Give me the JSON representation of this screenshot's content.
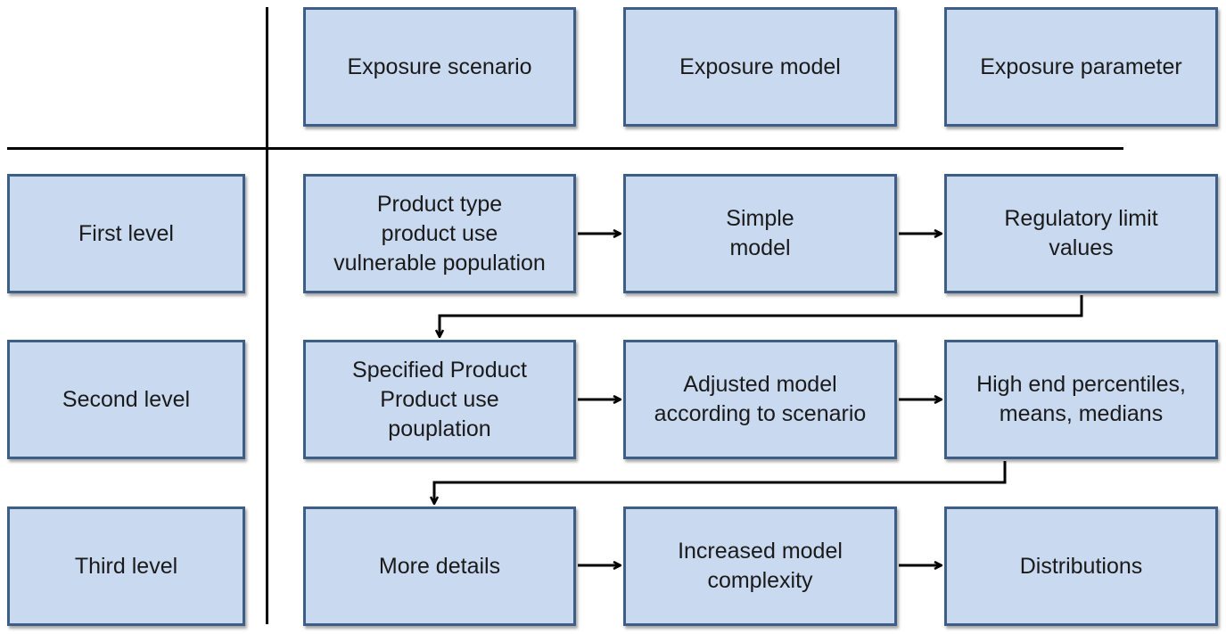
{
  "colors": {
    "box_fill": "#c9d9ef",
    "box_border": "#3e5f85",
    "lines": "#000000"
  },
  "columns": {
    "scenario": "Exposure scenario",
    "model": "Exposure model",
    "parameter": "Exposure parameter"
  },
  "levels": {
    "first": "First level",
    "second": "Second level",
    "third": "Third level"
  },
  "cells": {
    "first": {
      "scenario": "Product type\nproduct use\nvulnerable  population",
      "model": "Simple\nmodel",
      "parameter": "Regulatory  limit\nvalues"
    },
    "second": {
      "scenario": "Specified Product\nProduct use\npouplation",
      "model": "Adjusted  model\naccording to scenario",
      "parameter": "High end percentiles,\nmeans, medians"
    },
    "third": {
      "scenario": "More details",
      "model": "Increased model\ncomplexity",
      "parameter": "Distributions"
    }
  }
}
